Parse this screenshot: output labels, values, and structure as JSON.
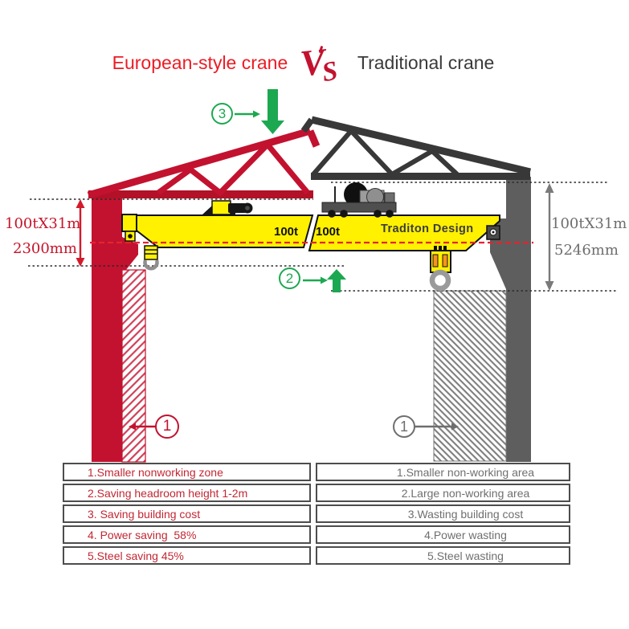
{
  "title": {
    "left": "European-style crane",
    "vs_v": "V",
    "vs_s": "S",
    "right": "Traditional crane"
  },
  "dimensions": {
    "left": {
      "spec": "100tX31m",
      "headroom": "2300mm"
    },
    "right": {
      "spec": "100tX31m",
      "headroom": "5246mm"
    }
  },
  "beam_labels": {
    "left_capacity": "100t",
    "right_capacity": "100t",
    "right_name": "Traditon Design"
  },
  "markers": {
    "non_working_zone_left": "1",
    "non_working_zone_right": "1",
    "hook_clearance": "2",
    "roof_clearance": "3"
  },
  "comparison_table": {
    "european": [
      "1.Smaller nonworking zone",
      "2.Saving headroom height 1-2m",
      "3. Saving building cost",
      "4. Power saving  58%",
      "5.Steel saving 45%"
    ],
    "traditional": [
      "1.Smaller non-working area",
      "2.Large non-working area",
      "3.Wasting building cost",
      "4.Power wasting",
      "5.Steel wasting"
    ]
  },
  "colors": {
    "european_red": "#C2122F",
    "title_red": "#EC1C24",
    "title_dark": "#3A3A3A",
    "green": "#1CA851",
    "neutral_gray": "#6E6E6E",
    "beam_yellow": "#FFF100",
    "truss_dark": "#383838",
    "dashed_red": "#E5232E"
  }
}
